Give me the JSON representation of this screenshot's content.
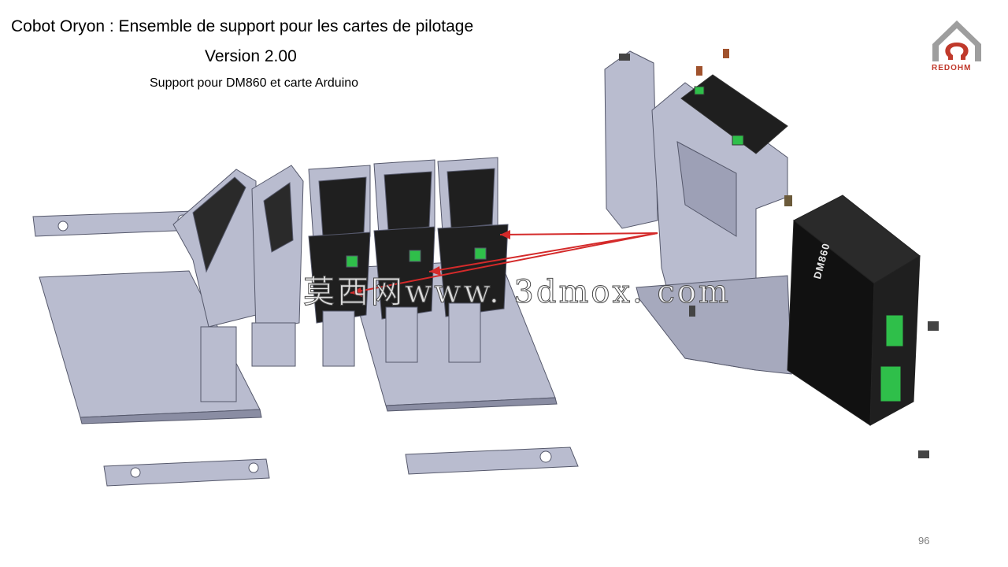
{
  "slide": {
    "title": "Cobot Oryon : Ensemble de support pour les cartes de pilotage",
    "version": "Version 2.00",
    "subtitle": "Support pour DM860 et carte Arduino",
    "page_number": "96"
  },
  "logo": {
    "text": "REDOHM",
    "icon": "house-omega-icon",
    "color": "#c0392b"
  },
  "watermark": {
    "text": "莫西网www. 3dmox. com"
  },
  "driver": {
    "label": "DM860"
  },
  "colors": {
    "part": "#b9bccf",
    "part_dark": "#8a8da3",
    "board": "#1f1f1f",
    "arrow": "#d42a2a",
    "terminal": "#2fbf4a"
  }
}
